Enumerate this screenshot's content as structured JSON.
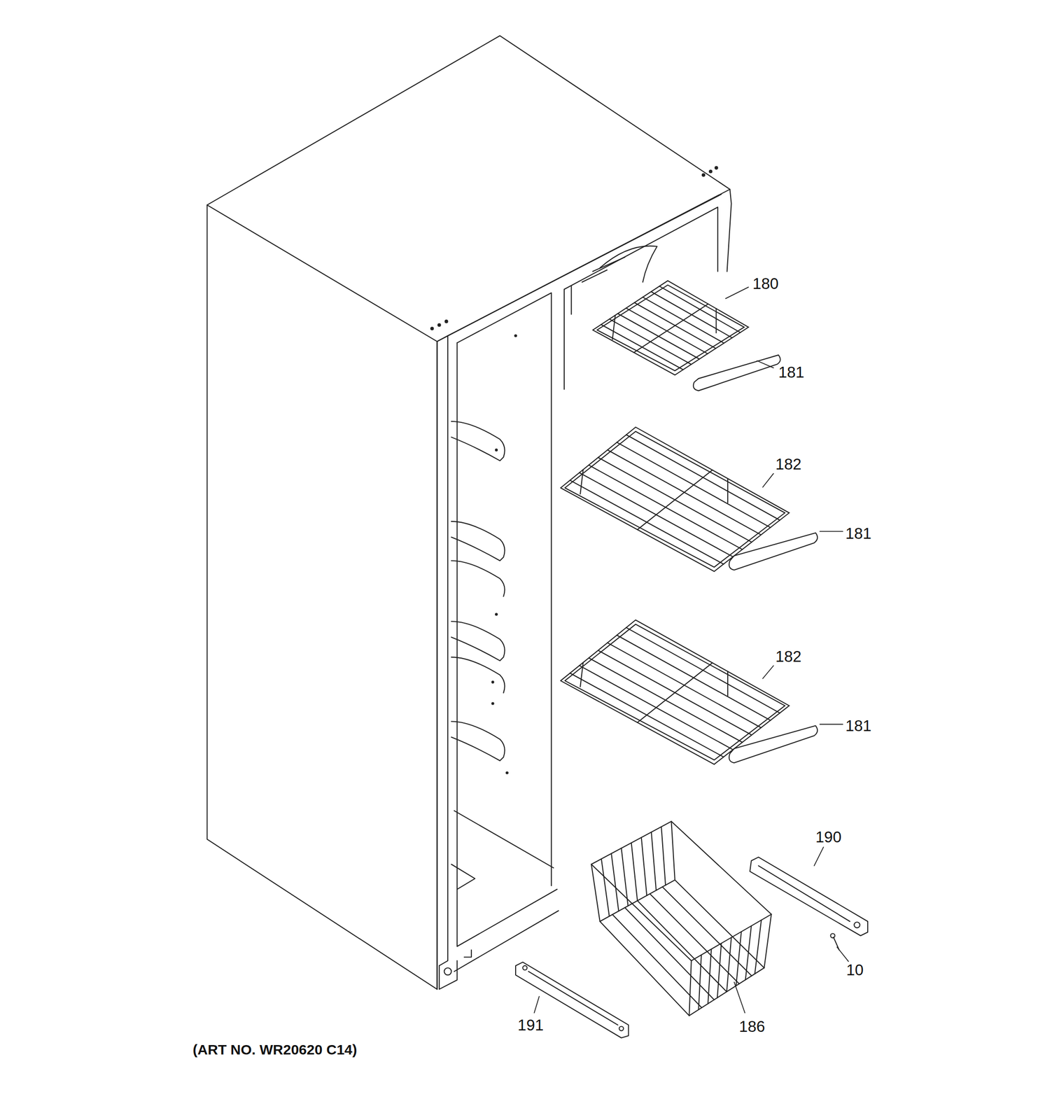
{
  "diagram": {
    "labels": [
      "180",
      "181",
      "182",
      "181",
      "182",
      "181",
      "190",
      "10",
      "191",
      "186",
      "(ART NO. WR20620 C14)"
    ]
  }
}
